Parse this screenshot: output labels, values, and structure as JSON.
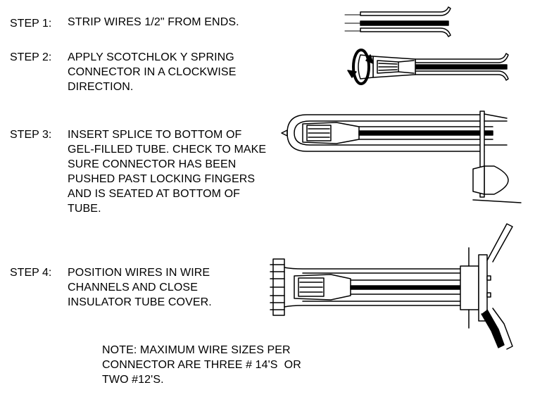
{
  "steps": [
    {
      "label": "STEP 1:",
      "lines": [
        "STRIP WIRES 1/2\" FROM ENDS."
      ]
    },
    {
      "label": "STEP 2:",
      "lines": [
        "APPLY SCOTCHLOK Y SPRING",
        "CONNECTOR IN A CLOCKWISE",
        "DIRECTION."
      ]
    },
    {
      "label": "STEP 3:",
      "lines": [
        "INSERT SPLICE TO BOTTOM OF",
        "GEL-FILLED TUBE. CHECK TO MAKE",
        "SURE CONNECTOR HAS BEEN",
        "PUSHED PAST LOCKING FINGERS",
        "AND IS SEATED AT BOTTOM OF",
        "TUBE."
      ]
    },
    {
      "label": "STEP 4:",
      "lines": [
        "POSITION WIRES IN WIRE",
        "CHANNELS AND CLOSE",
        "INSULATOR TUBE COVER."
      ]
    }
  ],
  "note": {
    "lines": [
      "NOTE: MAXIMUM WIRE SIZES PER",
      "CONNECTOR ARE THREE # 14'S  OR",
      "TWO #12'S."
    ]
  }
}
